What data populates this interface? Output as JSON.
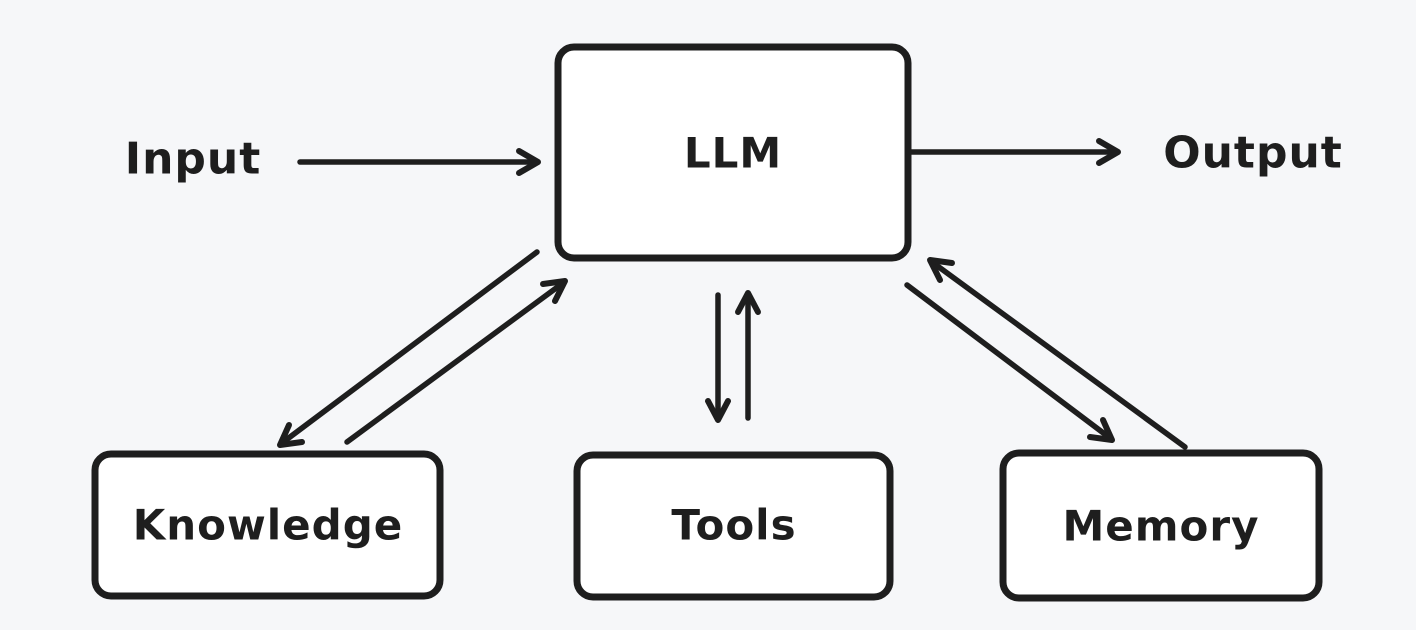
{
  "canvas": {
    "background": "#f6f7f9",
    "stroke_color": "#1e1e1e",
    "node_fill": "#ffffff",
    "style": "hand-drawn whiteboard diagram"
  },
  "nodes": {
    "input": {
      "label": "Input",
      "kind": "text"
    },
    "llm": {
      "label": "LLM",
      "kind": "box"
    },
    "output": {
      "label": "Output",
      "kind": "text"
    },
    "knowledge": {
      "label": "Knowledge",
      "kind": "box"
    },
    "tools": {
      "label": "Tools",
      "kind": "box"
    },
    "memory": {
      "label": "Memory",
      "kind": "box"
    }
  },
  "edges": [
    {
      "from": "Input",
      "to": "LLM",
      "direction": "one-way"
    },
    {
      "from": "LLM",
      "to": "Output",
      "direction": "one-way"
    },
    {
      "from": "LLM",
      "to": "Knowledge",
      "direction": "bidirectional"
    },
    {
      "from": "LLM",
      "to": "Tools",
      "direction": "bidirectional"
    },
    {
      "from": "LLM",
      "to": "Memory",
      "direction": "bidirectional"
    }
  ]
}
